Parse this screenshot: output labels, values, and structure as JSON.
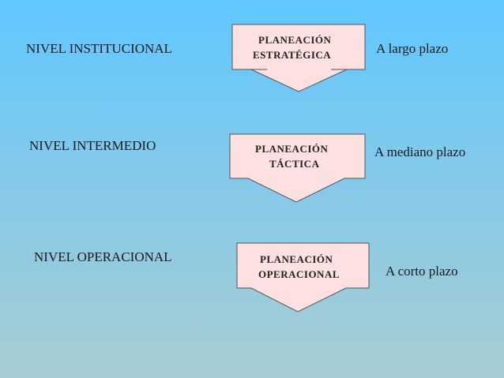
{
  "rows": [
    {
      "level": "NIVEL INSTITUCIONAL",
      "box_line1": "PLANEACIÓN",
      "box_line2": "ESTRATÉGICA",
      "term": "A largo plazo"
    },
    {
      "level": "NIVEL INTERMEDIO",
      "box_line1": "PLANEACIÓN",
      "box_line2": "TÁCTICA",
      "term": "A mediano plazo"
    },
    {
      "level": "NIVEL OPERACIONAL",
      "box_line1": "PLANEACIÓN",
      "box_line2": "OPERACIONAL",
      "term": "A corto plazo"
    }
  ],
  "colors": {
    "box_fill": "#fde0e0",
    "box_stroke": "#555555",
    "background_top": "#5fc8ff",
    "background_bottom": "#a8cdd2"
  }
}
